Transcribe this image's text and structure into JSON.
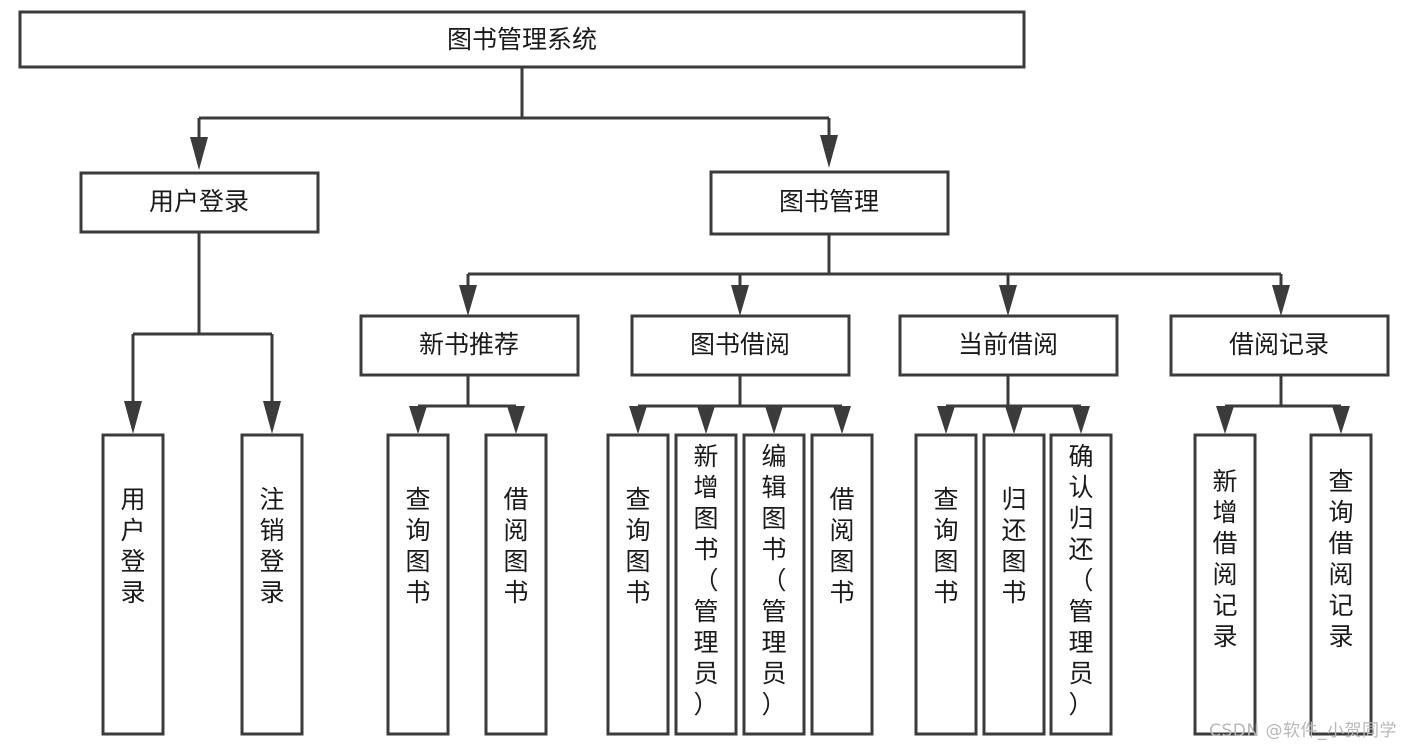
{
  "diagram": {
    "title_node": {
      "label": "图书管理系统"
    },
    "level1": [
      {
        "id": "user-login",
        "label": "用户登录"
      },
      {
        "id": "book-management",
        "label": "图书管理"
      }
    ],
    "level2": [
      {
        "id": "new-book-recommend",
        "label": "新书推荐"
      },
      {
        "id": "book-borrow",
        "label": "图书借阅"
      },
      {
        "id": "current-borrow",
        "label": "当前借阅"
      },
      {
        "id": "borrow-record",
        "label": "借阅记录"
      }
    ],
    "leaves": {
      "user-login": [
        {
          "id": "leaf-user-login",
          "label": "用户登录"
        },
        {
          "id": "leaf-logout",
          "label": "注销登录"
        }
      ],
      "new-book-recommend": [
        {
          "id": "leaf-query-book-1",
          "label": "查询图书"
        },
        {
          "id": "leaf-borrow-book-1",
          "label": "借阅图书"
        }
      ],
      "book-borrow": [
        {
          "id": "leaf-query-book-2",
          "label": "查询图书"
        },
        {
          "id": "leaf-add-book",
          "label": "新增图书（管理员）"
        },
        {
          "id": "leaf-edit-book",
          "label": "编辑图书（管理员）"
        },
        {
          "id": "leaf-borrow-book-2",
          "label": "借阅图书"
        }
      ],
      "current-borrow": [
        {
          "id": "leaf-query-book-3",
          "label": "查询图书"
        },
        {
          "id": "leaf-return-book",
          "label": "归还图书"
        },
        {
          "id": "leaf-confirm-return",
          "label": "确认归还（管理员）"
        }
      ],
      "borrow-record": [
        {
          "id": "leaf-add-record",
          "label": "新增借阅记录"
        },
        {
          "id": "leaf-query-record",
          "label": "查询借阅记录"
        }
      ]
    }
  },
  "watermark": {
    "text": "CSDN @软件_小贺同学"
  },
  "colors": {
    "stroke": "#3b3b3b",
    "fill": "#ffffff",
    "text": "#1a1a1a",
    "watermark": "#b8b8b8"
  }
}
